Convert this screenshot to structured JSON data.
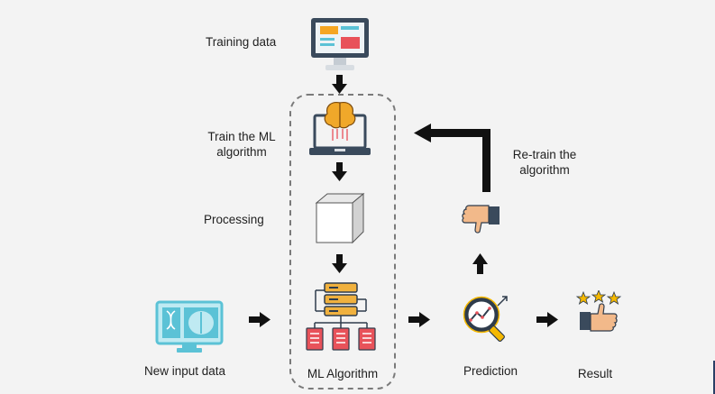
{
  "labels": {
    "training_data": "Training data",
    "train_algorithm": "Train the ML\nalgorithm",
    "processing": "Processing",
    "new_input": "New input data",
    "ml_algorithm": "ML Algorithm",
    "prediction": "Prediction",
    "result": "Result",
    "retrain": "Re-train the\nalgorithm"
  },
  "colors": {
    "background": "#f3f3f3",
    "arrow": "#111111",
    "monitor_frame": "#3a4a5c",
    "accent_blue": "#5bc2d6",
    "accent_orange": "#f5a623",
    "accent_red": "#e8525a",
    "server_orange": "#f0b13e",
    "star": "#f5b800"
  },
  "icons": {
    "training_data": "monitor-icon",
    "train": "laptop-brain-icon",
    "processing": "cube-icon",
    "ml_algorithm": "server-stack-icon",
    "new_input": "scan-monitor-icon",
    "prediction": "magnifier-chart-icon",
    "result": "thumbs-up-stars-icon",
    "retrain": "thumbs-down-icon"
  }
}
